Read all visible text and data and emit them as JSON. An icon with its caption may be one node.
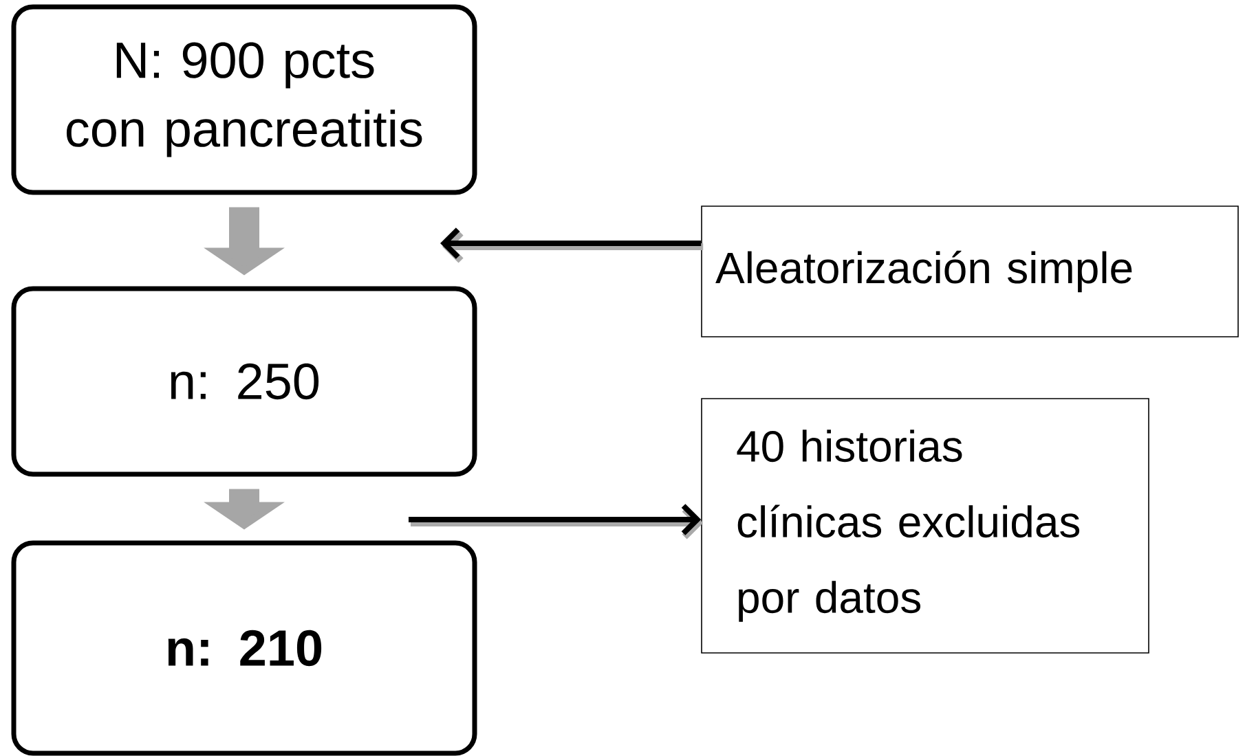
{
  "diagram": {
    "nodes": [
      {
        "text": [
          "N: 900 pcts con pancreatitis"
        ]
      },
      {
        "text": [
          "n: 250"
        ]
      },
      {
        "text": [
          "n: 210"
        ]
      },
      {
        "text": [
          "Aleatorización simple"
        ]
      },
      {
        "text": [
          "40 historias clínicas excluidas por datos"
        ]
      }
    ],
    "edges": [
      {
        "from": 0,
        "to": 1,
        "arrow": "to",
        "style": "thick",
        "color": "#a6a6a6"
      },
      {
        "from": 1,
        "to": 2,
        "arrow": "to",
        "style": "thick",
        "color": "#a6a6a6"
      },
      {
        "from": 3,
        "to": null,
        "arrow": "to",
        "color": "#000000"
      },
      {
        "from": null,
        "to": 4,
        "arrow": "to",
        "color": "#000000"
      }
    ]
  }
}
